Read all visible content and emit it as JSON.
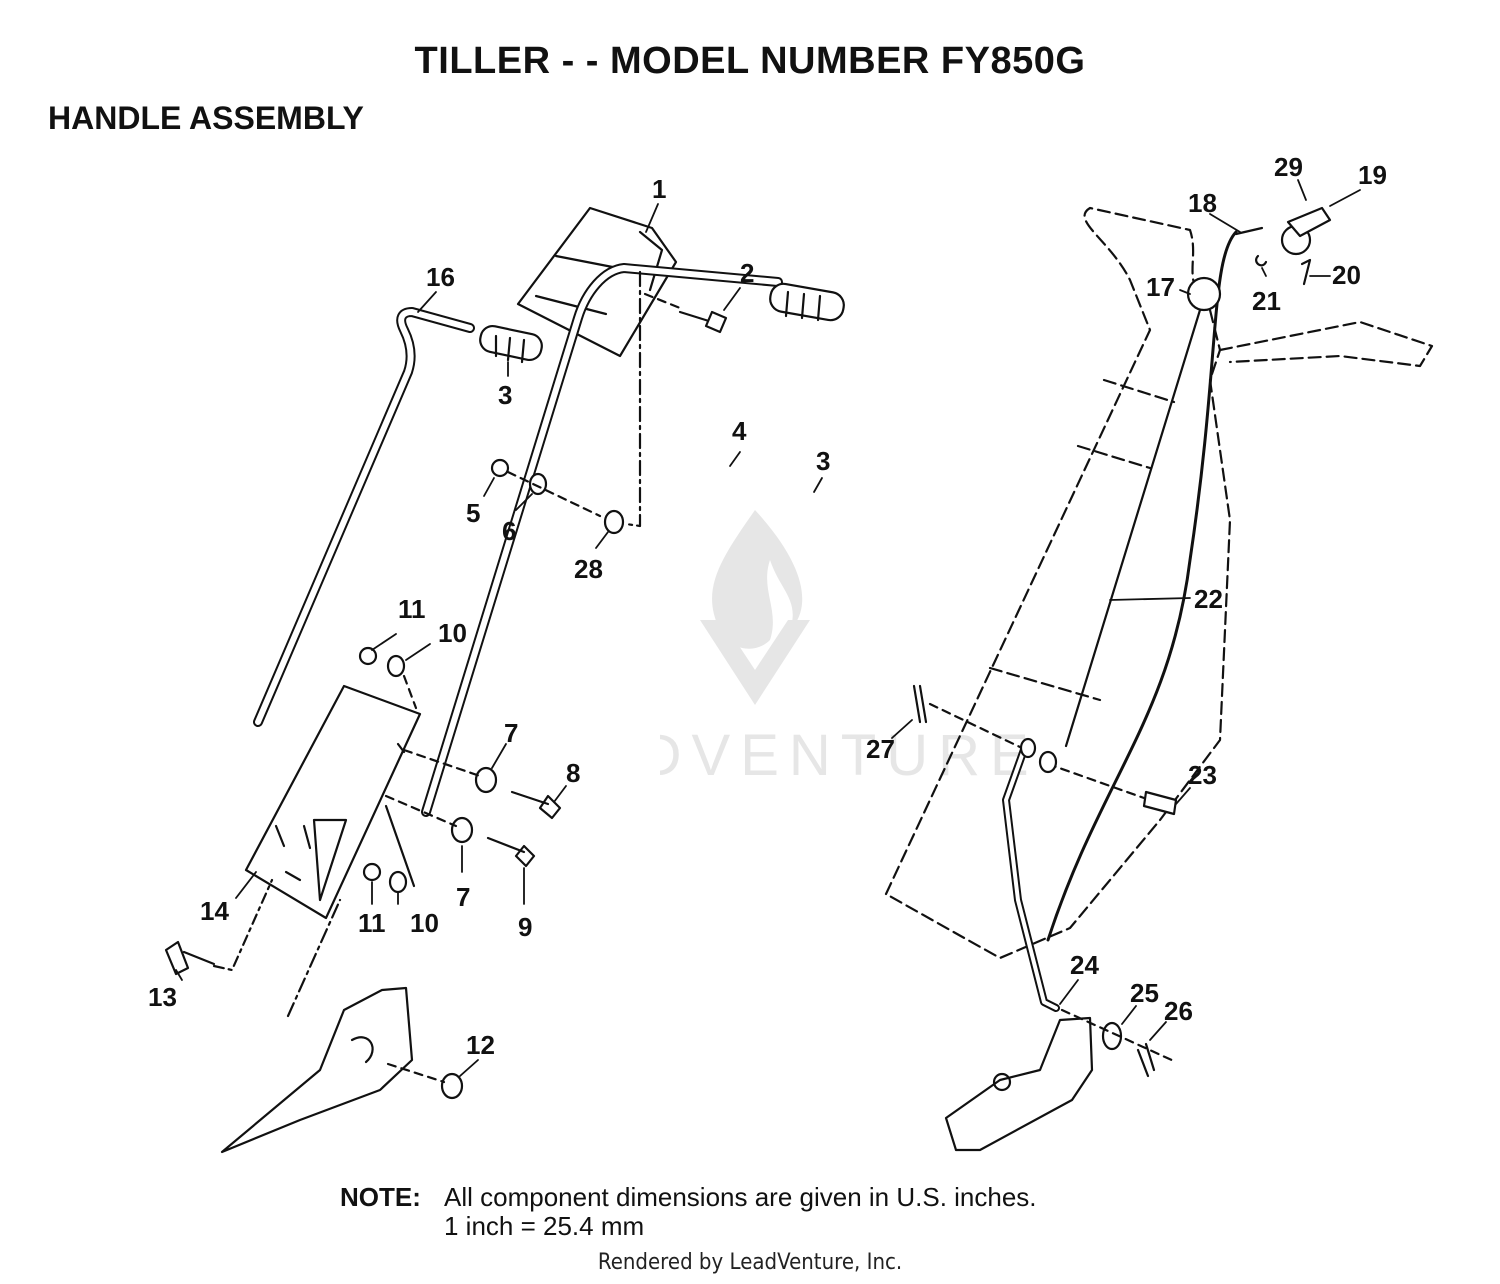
{
  "header": {
    "title": "TILLER - - MODEL NUMBER FY850G",
    "section": "HANDLE ASSEMBLY"
  },
  "callouts": [
    "1",
    "2",
    "3",
    "4",
    "3",
    "5",
    "6",
    "28",
    "16",
    "11",
    "10",
    "7",
    "8",
    "7",
    "9",
    "11",
    "10",
    "14",
    "13",
    "12",
    "29",
    "19",
    "18",
    "17",
    "21",
    "20",
    "22",
    "27",
    "23",
    "24",
    "25",
    "26"
  ],
  "note": {
    "label": "NOTE:",
    "line1": "All component dimensions are given in U.S. inches.",
    "line2": "1 inch = 25.4 mm"
  },
  "watermark": "LEADVENTURE",
  "footer": "Rendered by LeadVenture, Inc."
}
